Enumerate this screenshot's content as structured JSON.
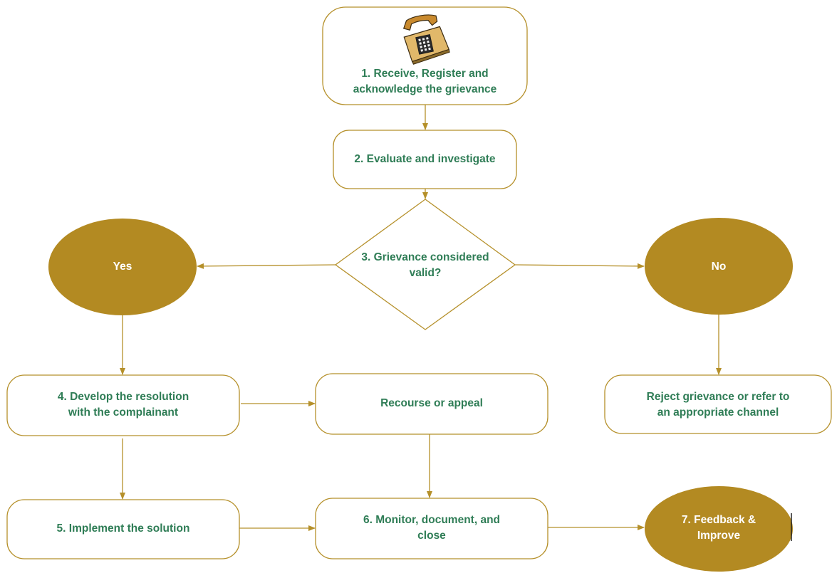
{
  "colors": {
    "stroke": "#b5902a",
    "ellipse_fill": "#b38a22",
    "label_text": "#2f7d56",
    "ellipse_text": "#ffffff"
  },
  "nodes": {
    "step1": {
      "label": "1. Receive, Register and\nacknowledge the grievance",
      "icon": "telephone-icon"
    },
    "step2": {
      "label": "2. Evaluate and investigate"
    },
    "step3": {
      "label": "3. Grievance considered\nvalid?"
    },
    "yes": {
      "label": "Yes"
    },
    "no": {
      "label": "No"
    },
    "step4": {
      "label": "4. Develop the resolution\nwith the complainant"
    },
    "recourse": {
      "label": "Recourse or appeal"
    },
    "reject": {
      "label": "Reject grievance or refer to\nan appropriate channel"
    },
    "step5": {
      "label": "5. Implement the solution"
    },
    "step6": {
      "label": "6. Monitor, document, and\nclose"
    },
    "step7": {
      "label": "7. Feedback &\nImprove"
    }
  }
}
